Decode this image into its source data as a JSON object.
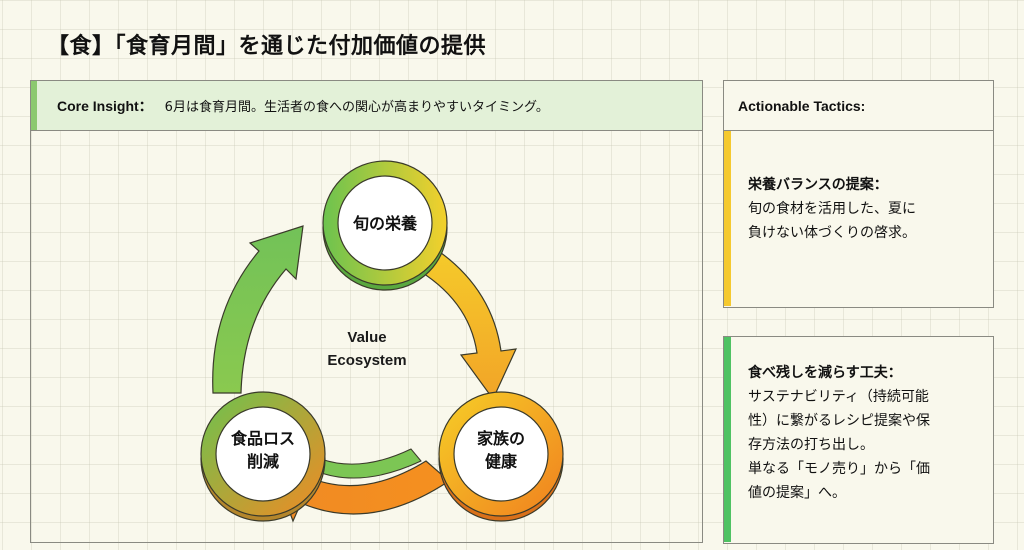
{
  "title": "【食】「食育月間」を通じた付加価値の提供",
  "core_insight": {
    "label": "Core Insight：",
    "text": "6月は食育月間。生活者の食への関心が高まりやすいタイミング。",
    "accent_color": "#8cc96f"
  },
  "diagram": {
    "center_label": [
      "Value",
      "Ecosystem"
    ],
    "nodes": [
      {
        "id": "top",
        "lines": [
          "旬の栄養"
        ]
      },
      {
        "id": "right",
        "lines": [
          "家族の",
          "健康"
        ]
      },
      {
        "id": "left",
        "lines": [
          "食品ロス",
          "削減"
        ]
      }
    ],
    "flow": [
      "旬の栄養 → 家族の健康",
      "家族の健康 → 食品ロス削減",
      "食品ロス削減 → 旬の栄養"
    ],
    "colors": {
      "green": "#6cc34f",
      "yellow": "#f3d02c",
      "orange": "#f08a24"
    }
  },
  "tactics": {
    "header": "Actionable Tactics:",
    "items": [
      {
        "title": "栄養バランスの提案：",
        "lines": [
          "旬の食材を活用した、夏に",
          "負けない体づくりの啓求。"
        ],
        "accent_color": "#f5c92f"
      },
      {
        "title": "食べ残しを減らす工夫：",
        "lines": [
          "サステナビリティ（持続可能",
          "性）に繋がるレシピ提案や保",
          "存方法の打ち出し。",
          "単なる「モノ売り」から「価",
          "値の提案」へ。"
        ],
        "accent_color": "#4fc263"
      }
    ]
  }
}
